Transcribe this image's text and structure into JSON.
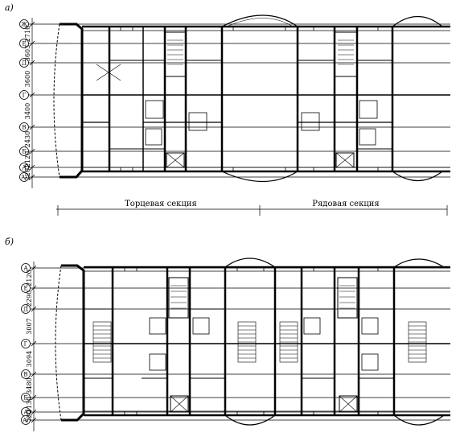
{
  "panels": [
    {
      "label": "а)",
      "axes": [
        "Ж",
        "Е",
        "Д",
        "Г",
        "В",
        "Б",
        "А",
        "А/"
      ],
      "dimensions": [
        "2710",
        "3603",
        "3600",
        "3400",
        "2430",
        "2120",
        "2201"
      ],
      "sections": [
        "Торцевая секция",
        "Рядовая секция"
      ]
    },
    {
      "label": "б)",
      "axes": [
        "А",
        "Е",
        "Д",
        "Г",
        "В",
        "Б",
        "А",
        "А/"
      ],
      "dimensions": [
        "2120",
        "2290",
        "3007",
        "3094",
        "3480",
        "2130",
        "720"
      ],
      "sections": []
    }
  ]
}
